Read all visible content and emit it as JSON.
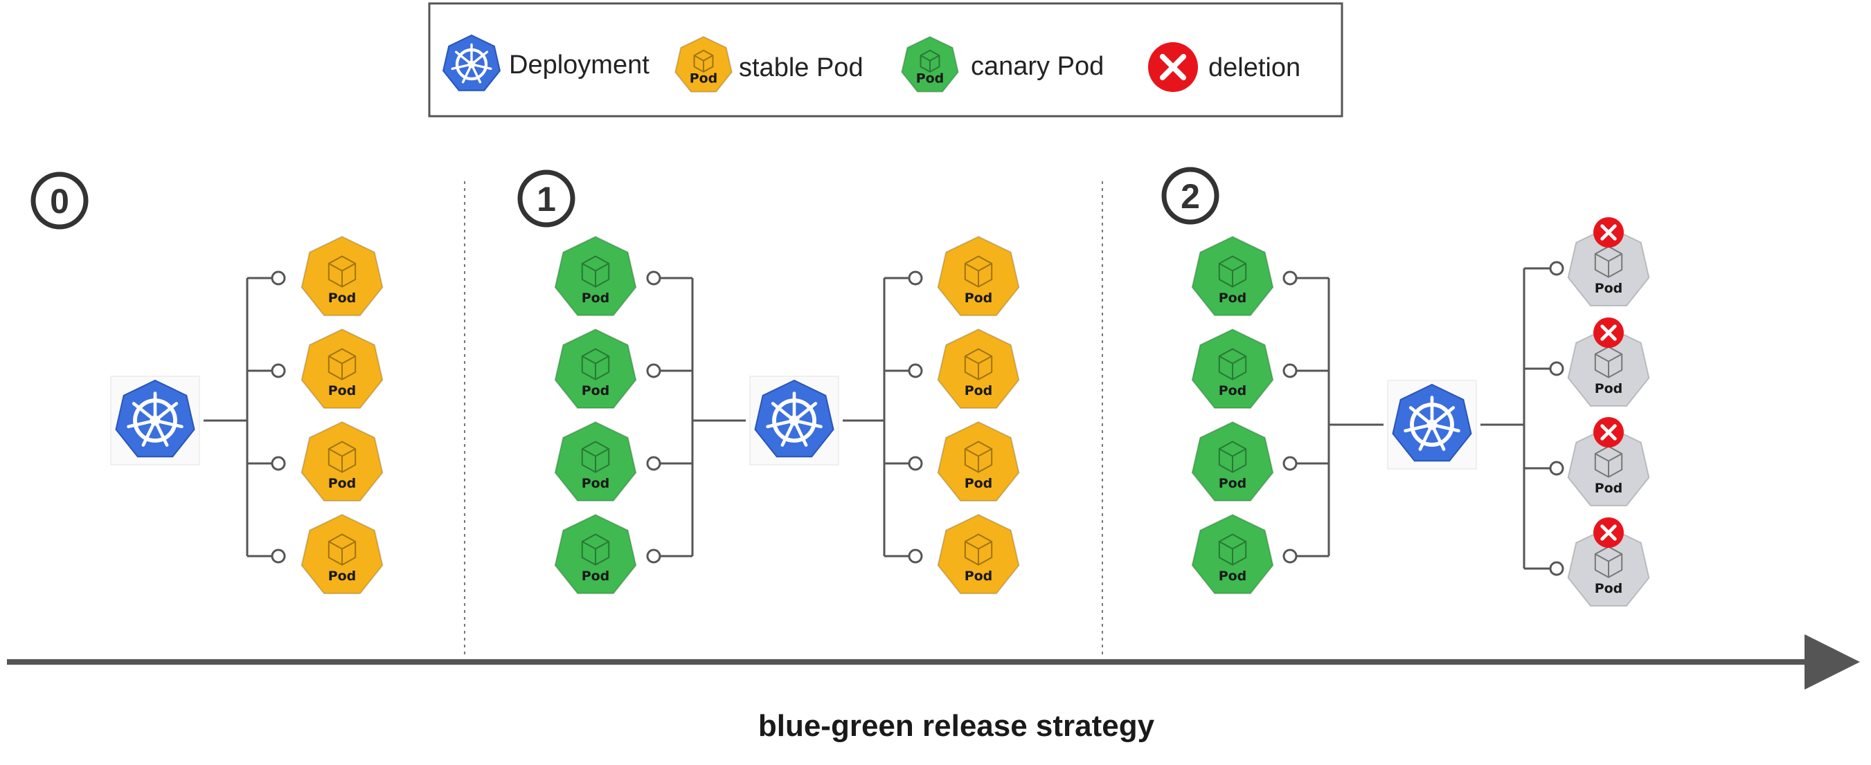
{
  "legend": {
    "items": [
      {
        "label": "Deployment",
        "icon": "deployment-icon",
        "color": "#3b6fde"
      },
      {
        "label": "stable Pod",
        "icon": "stable-pod-icon",
        "color": "#f5b21b"
      },
      {
        "label": "canary Pod",
        "icon": "canary-pod-icon",
        "color": "#3fb950"
      },
      {
        "label": "deletion",
        "icon": "deletion-icon",
        "color": "#e8141c"
      }
    ]
  },
  "pod_text": "Pod",
  "colors": {
    "deployment": "#3b6fde",
    "stable": "#f5b21b",
    "canary": "#3fb950",
    "deleted": "#d2d4d9",
    "deletion": "#e8141c",
    "line": "#555555"
  },
  "stages": [
    {
      "number": "0",
      "left_pods": [],
      "right_pods": [
        "stable",
        "stable",
        "stable",
        "stable"
      ]
    },
    {
      "number": "1",
      "left_pods": [
        "canary",
        "canary",
        "canary",
        "canary"
      ],
      "right_pods": [
        "stable",
        "stable",
        "stable",
        "stable"
      ]
    },
    {
      "number": "2",
      "left_pods": [
        "canary",
        "canary",
        "canary",
        "canary"
      ],
      "right_pods": [
        "deleted",
        "deleted",
        "deleted",
        "deleted"
      ]
    }
  ],
  "caption": "blue-green release strategy"
}
